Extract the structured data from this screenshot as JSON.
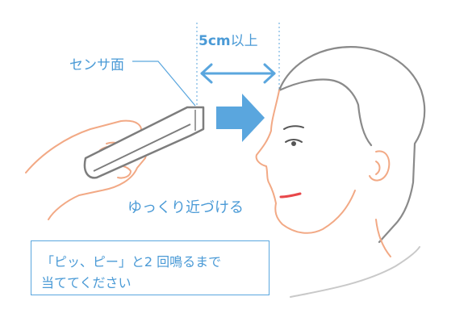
{
  "labels": {
    "distance_value": "5cm",
    "distance_suffix": "以上",
    "sensor_surface": "センサ面",
    "action": "ゆっくり近づける"
  },
  "instruction": {
    "line1": "「ピッ、ピー」と2 回鳴るまで",
    "line2": "当ててください"
  },
  "colors": {
    "accent_blue": "#4a9ad6",
    "skin_line": "#f2a985",
    "hair_line": "#8a8a8a",
    "device_gray": "#7d7d7d",
    "mouth_red": "#e8474a",
    "arrow_blue": "#5aa6de"
  }
}
